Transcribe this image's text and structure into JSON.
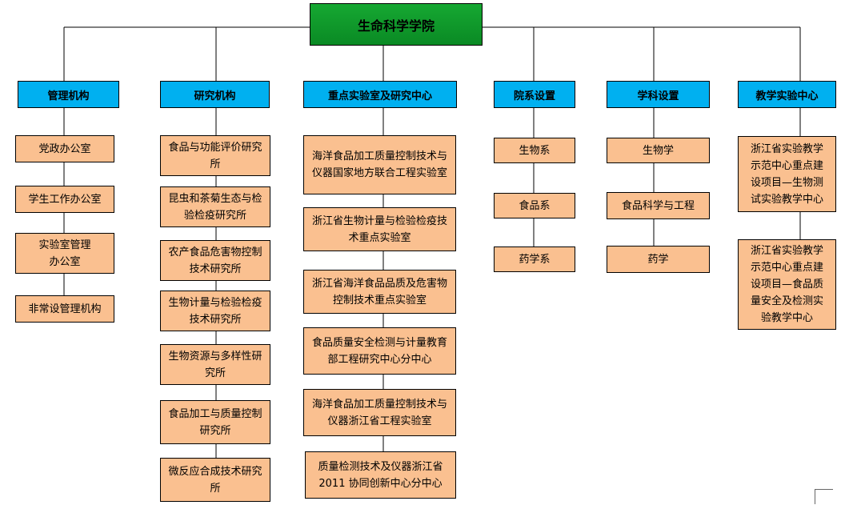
{
  "root": {
    "label": "生命科学学院"
  },
  "categories": [
    {
      "label": "管理机构",
      "items": [
        "党政办公室",
        "学生工作办公室",
        "实验室管理办公室",
        "非常设管理机构"
      ]
    },
    {
      "label": "研究机构",
      "items": [
        "食品与功能评价研究所",
        "昆虫和茶菊生态与检验检疫研究所",
        "农产食品危害物控制技术研究所",
        "生物计量与检验检疫技术研究所",
        "生物资源与多样性研究所",
        "食品加工与质量控制研究所",
        "微反应合成技术研究所"
      ]
    },
    {
      "label": "重点实验室及研究中心",
      "items": [
        "海洋食品加工质量控制技术与仪器国家地方联合工程实验室",
        "浙江省生物计量与检验检疫技术重点实验室",
        "浙江省海洋食品品质及危害物控制技术重点实验室",
        "食品质量安全检测与计量教育部工程研究中心分中心",
        "海洋食品加工质量控制技术与仪器浙江省工程实验室",
        "质量检测技术及仪器浙江省2011 协同创新中心分中心"
      ]
    },
    {
      "label": "院系设置",
      "items": [
        "生物系",
        "食品系",
        "药学系"
      ]
    },
    {
      "label": "学科设置",
      "items": [
        "生物学",
        "食品科学与工程",
        "药学"
      ]
    },
    {
      "label": "教学实验中心",
      "items": [
        "浙江省实验教学示范中心重点建设项目—生物测试实验教学中心",
        "浙江省实验教学示范中心重点建设项目—食品质量安全及检测实验教学中心"
      ]
    }
  ],
  "colors": {
    "root_fill": "#0e9a2a",
    "category_fill": "#00b0f0",
    "item_fill": "#fac090",
    "line": "#000000"
  }
}
